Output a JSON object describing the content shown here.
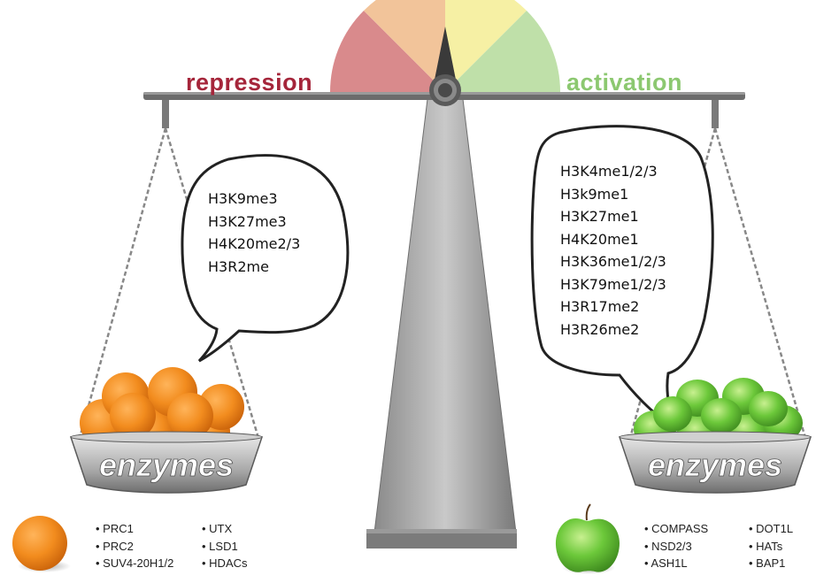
{
  "labels": {
    "repression": "repression",
    "activation": "activation",
    "enzymes_left": "enzymes",
    "enzymes_right": "enzymes"
  },
  "repression_marks": [
    "H3K9me3",
    "H3K27me3",
    "H4K20me2/3",
    "H3R2me"
  ],
  "activation_marks": [
    "H3K4me1/2/3",
    "H3k9me1",
    "H3K27me1",
    "H4K20me1",
    "H3K36me1/2/3",
    "H3K79me1/2/3",
    "H3R17me2",
    "H3R26me2"
  ],
  "repression_enzymes": {
    "col1": [
      "PRC1",
      "PRC2",
      "SUV4-20H1/2"
    ],
    "col2": [
      "UTX",
      "LSD1",
      "HDACs"
    ]
  },
  "activation_enzymes": {
    "col1": [
      "COMPASS",
      "NSD2/3",
      "ASH1L"
    ],
    "col2": [
      "DOT1L",
      "HATs",
      "BAP1"
    ]
  },
  "colors": {
    "repression": "#a5253a",
    "activation": "#8cc870",
    "gauge": [
      "#d98a8c",
      "#f2c49a",
      "#f6f0a4",
      "#bfe0a9"
    ],
    "beam": "#6c6c6c",
    "orange": "#f28c1e",
    "apple": "#6cc83a"
  },
  "icons": [
    "orange-fruit",
    "green-apple",
    "chain",
    "speech-bubble"
  ]
}
